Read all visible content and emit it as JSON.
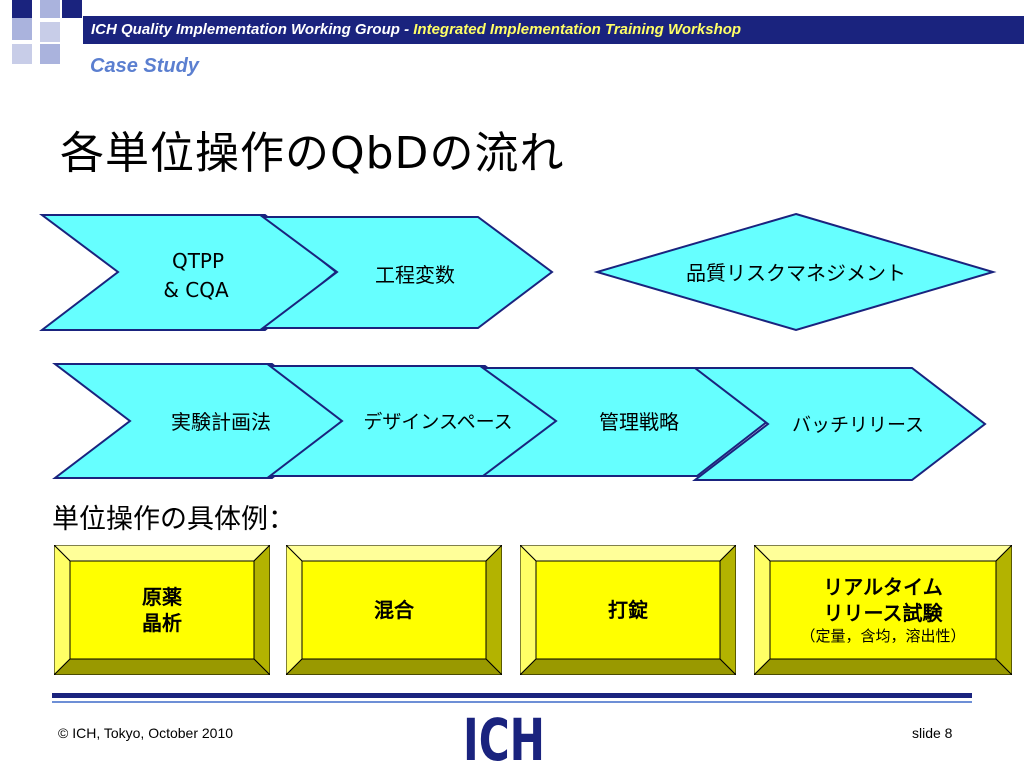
{
  "header": {
    "org": "ICH Quality Implementation Working Group - ",
    "event": "Integrated Implementation Training Workshop",
    "section": "Case Study"
  },
  "title": "各単位操作のQbDの流れ",
  "row1": {
    "chevrons": [
      {
        "line1": "QTPP",
        "line2": "& CQA"
      },
      {
        "line1": "工程変数"
      }
    ],
    "diamond": "品質リスクマネジメント"
  },
  "row2": {
    "chevrons": [
      "実験計画法",
      "デザインスペース",
      "管理戦略",
      "バッチリリース"
    ]
  },
  "examples_label": "単位操作の具体例：",
  "examples": [
    {
      "line1": "原薬",
      "line2": "晶析"
    },
    {
      "line1": "混合"
    },
    {
      "line1": "打錠"
    },
    {
      "line1": "リアルタイム",
      "line2": "リリース試験",
      "sub": "（定量，含均，溶出性）"
    }
  ],
  "footer": {
    "copyright": "© ICH, Tokyo, October 2010",
    "slide": "slide 8",
    "logo": "ICH"
  },
  "colors": {
    "navy": "#1a237e",
    "cyan": "#66ffff",
    "yellow": "#ffff00",
    "accent_blue": "#5b7fd0",
    "highlight_yellow": "#ffff66"
  }
}
